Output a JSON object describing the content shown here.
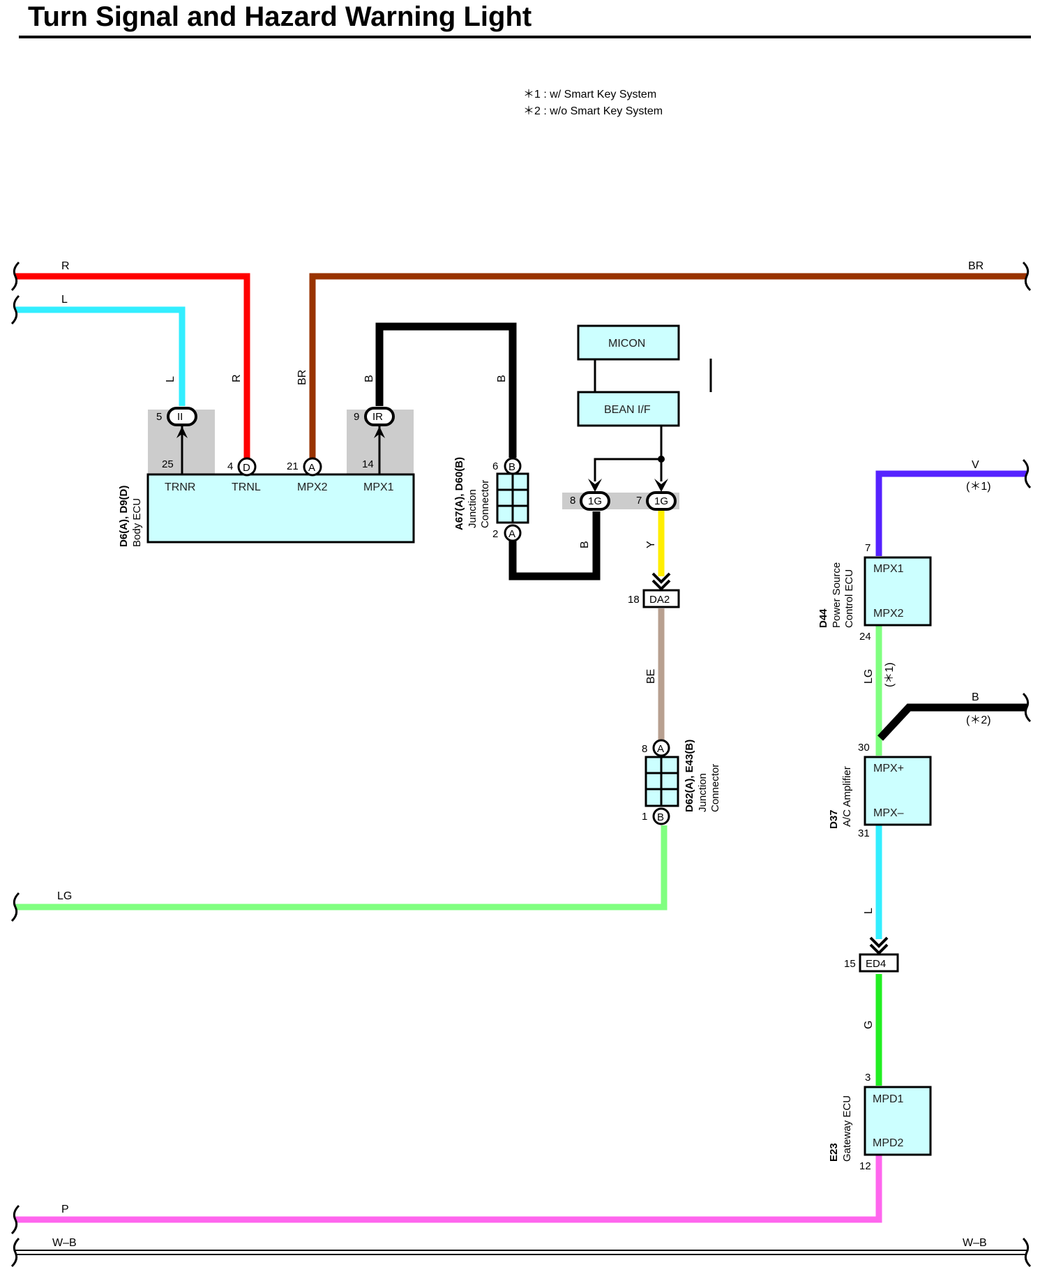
{
  "title": "Turn Signal and Hazard Warning Light",
  "notes": [
    "＊1 : w/ Smart Key System",
    "＊2 : w/o Smart Key System"
  ],
  "colors": {
    "R": "#ff0000",
    "L": "#33eeff",
    "BR": "#993300",
    "B": "#000000",
    "Y": "#ffee00",
    "BE": "#b8a090",
    "LG": "#80ff80",
    "G": "#22ee22",
    "V": "#5522ff",
    "P": "#ff66ee",
    "box_fill": "#ccffff",
    "shade": "#cccccc"
  },
  "wires": {
    "R": "R",
    "L": "L",
    "BR": "BR",
    "B": "B",
    "Y": "Y",
    "BE": "BE",
    "LG": "LG",
    "G": "G",
    "V": "V",
    "P": "P",
    "WB": "W–B"
  },
  "qualifiers": {
    "star1": "(＊1)",
    "star2": "(＊2)"
  },
  "body_ecu": {
    "code": "D6(A), D9(D)",
    "name": "Body ECU",
    "terminals": [
      "TRNR",
      "TRNL",
      "MPX2",
      "MPX1"
    ],
    "pins": [
      "25",
      "4",
      "21",
      "14"
    ],
    "connectors": [
      "D",
      "A"
    ],
    "upper_pins": [
      "5",
      "9"
    ],
    "upper_connectors": [
      "II",
      "IR"
    ]
  },
  "junction_1": {
    "code": "A67(A), D60(B)",
    "name1": "Junction",
    "name2": "Connector",
    "pin_top": "6",
    "conn_top": "B",
    "pin_bottom": "2",
    "conn_bottom": "A"
  },
  "micon": {
    "label1": "MICON",
    "label2": "BEAN I/F",
    "pins": [
      "8",
      "7"
    ],
    "conn": "1G"
  },
  "da2": {
    "pin": "18",
    "label": "DA2"
  },
  "junction_2": {
    "code": "D62(A), E43(B)",
    "name1": "Junction",
    "name2": "Connector",
    "pin_top": "8",
    "conn_top": "A",
    "pin_bottom": "1",
    "conn_bottom": "B"
  },
  "d44": {
    "code": "D44",
    "name1": "Power Source",
    "name2": "Control ECU",
    "t1": "MPX1",
    "t2": "MPX2",
    "pin_top": "7",
    "pin_bottom": "24"
  },
  "d37": {
    "code": "D37",
    "name": "A/C Amplifier",
    "t1": "MPX+",
    "t2": "MPX–",
    "pin_top": "30",
    "pin_bottom": "31"
  },
  "ed4": {
    "pin": "15",
    "label": "ED4"
  },
  "e23": {
    "code": "E23",
    "name": "Gateway ECU",
    "t1": "MPD1",
    "t2": "MPD2",
    "pin_top": "3",
    "pin_bottom": "12"
  }
}
